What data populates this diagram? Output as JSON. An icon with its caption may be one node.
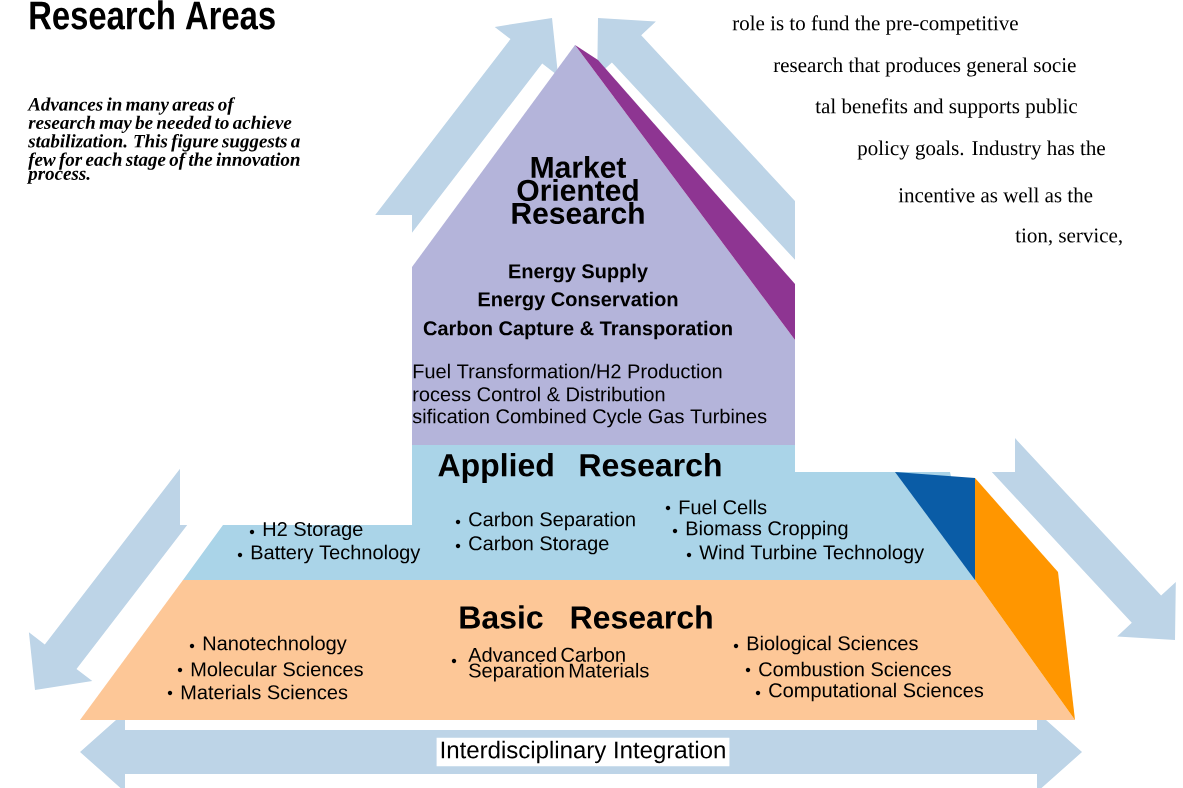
{
  "diagram": {
    "title": "Research Areas",
    "nodes": [
      {
        "text": [
          "Market Oriented Research",
          "Energy Supply",
          "Energy Conservation",
          "Carbon Capture & Transporation",
          "Fuel Transformation/H2 Production",
          "rocess Control & Distribution",
          "sification Combined Cycle Gas Turbines"
        ]
      },
      {
        "text": [
          "Applied Research",
          "H2 Storage",
          "Battery Technology",
          "Carbon Separation",
          "Carbon Storage",
          "Fuel Cells",
          "Biomass Cropping",
          "Wind Turbine Technology"
        ]
      },
      {
        "text": [
          "Basic Research",
          "Nanotechnology",
          "Molecular Sciences",
          "Materials Sciences",
          "Advanced Carbon Separation Materials",
          "Biological Sciences",
          "Combustion Sciences",
          "Computational Sciences"
        ]
      }
    ],
    "labels": [
      "Advances in many areas of research may be needed to achieve stabilization. This figure suggests a few for each stage of the innovation process.",
      "role is to fund the pre-competitive",
      "research that produces general socie",
      "tal benefits and supports public",
      "policy goals. Industry has the",
      "incentive as well as the",
      "tion, service,",
      "Interdisciplinary Integration"
    ]
  }
}
